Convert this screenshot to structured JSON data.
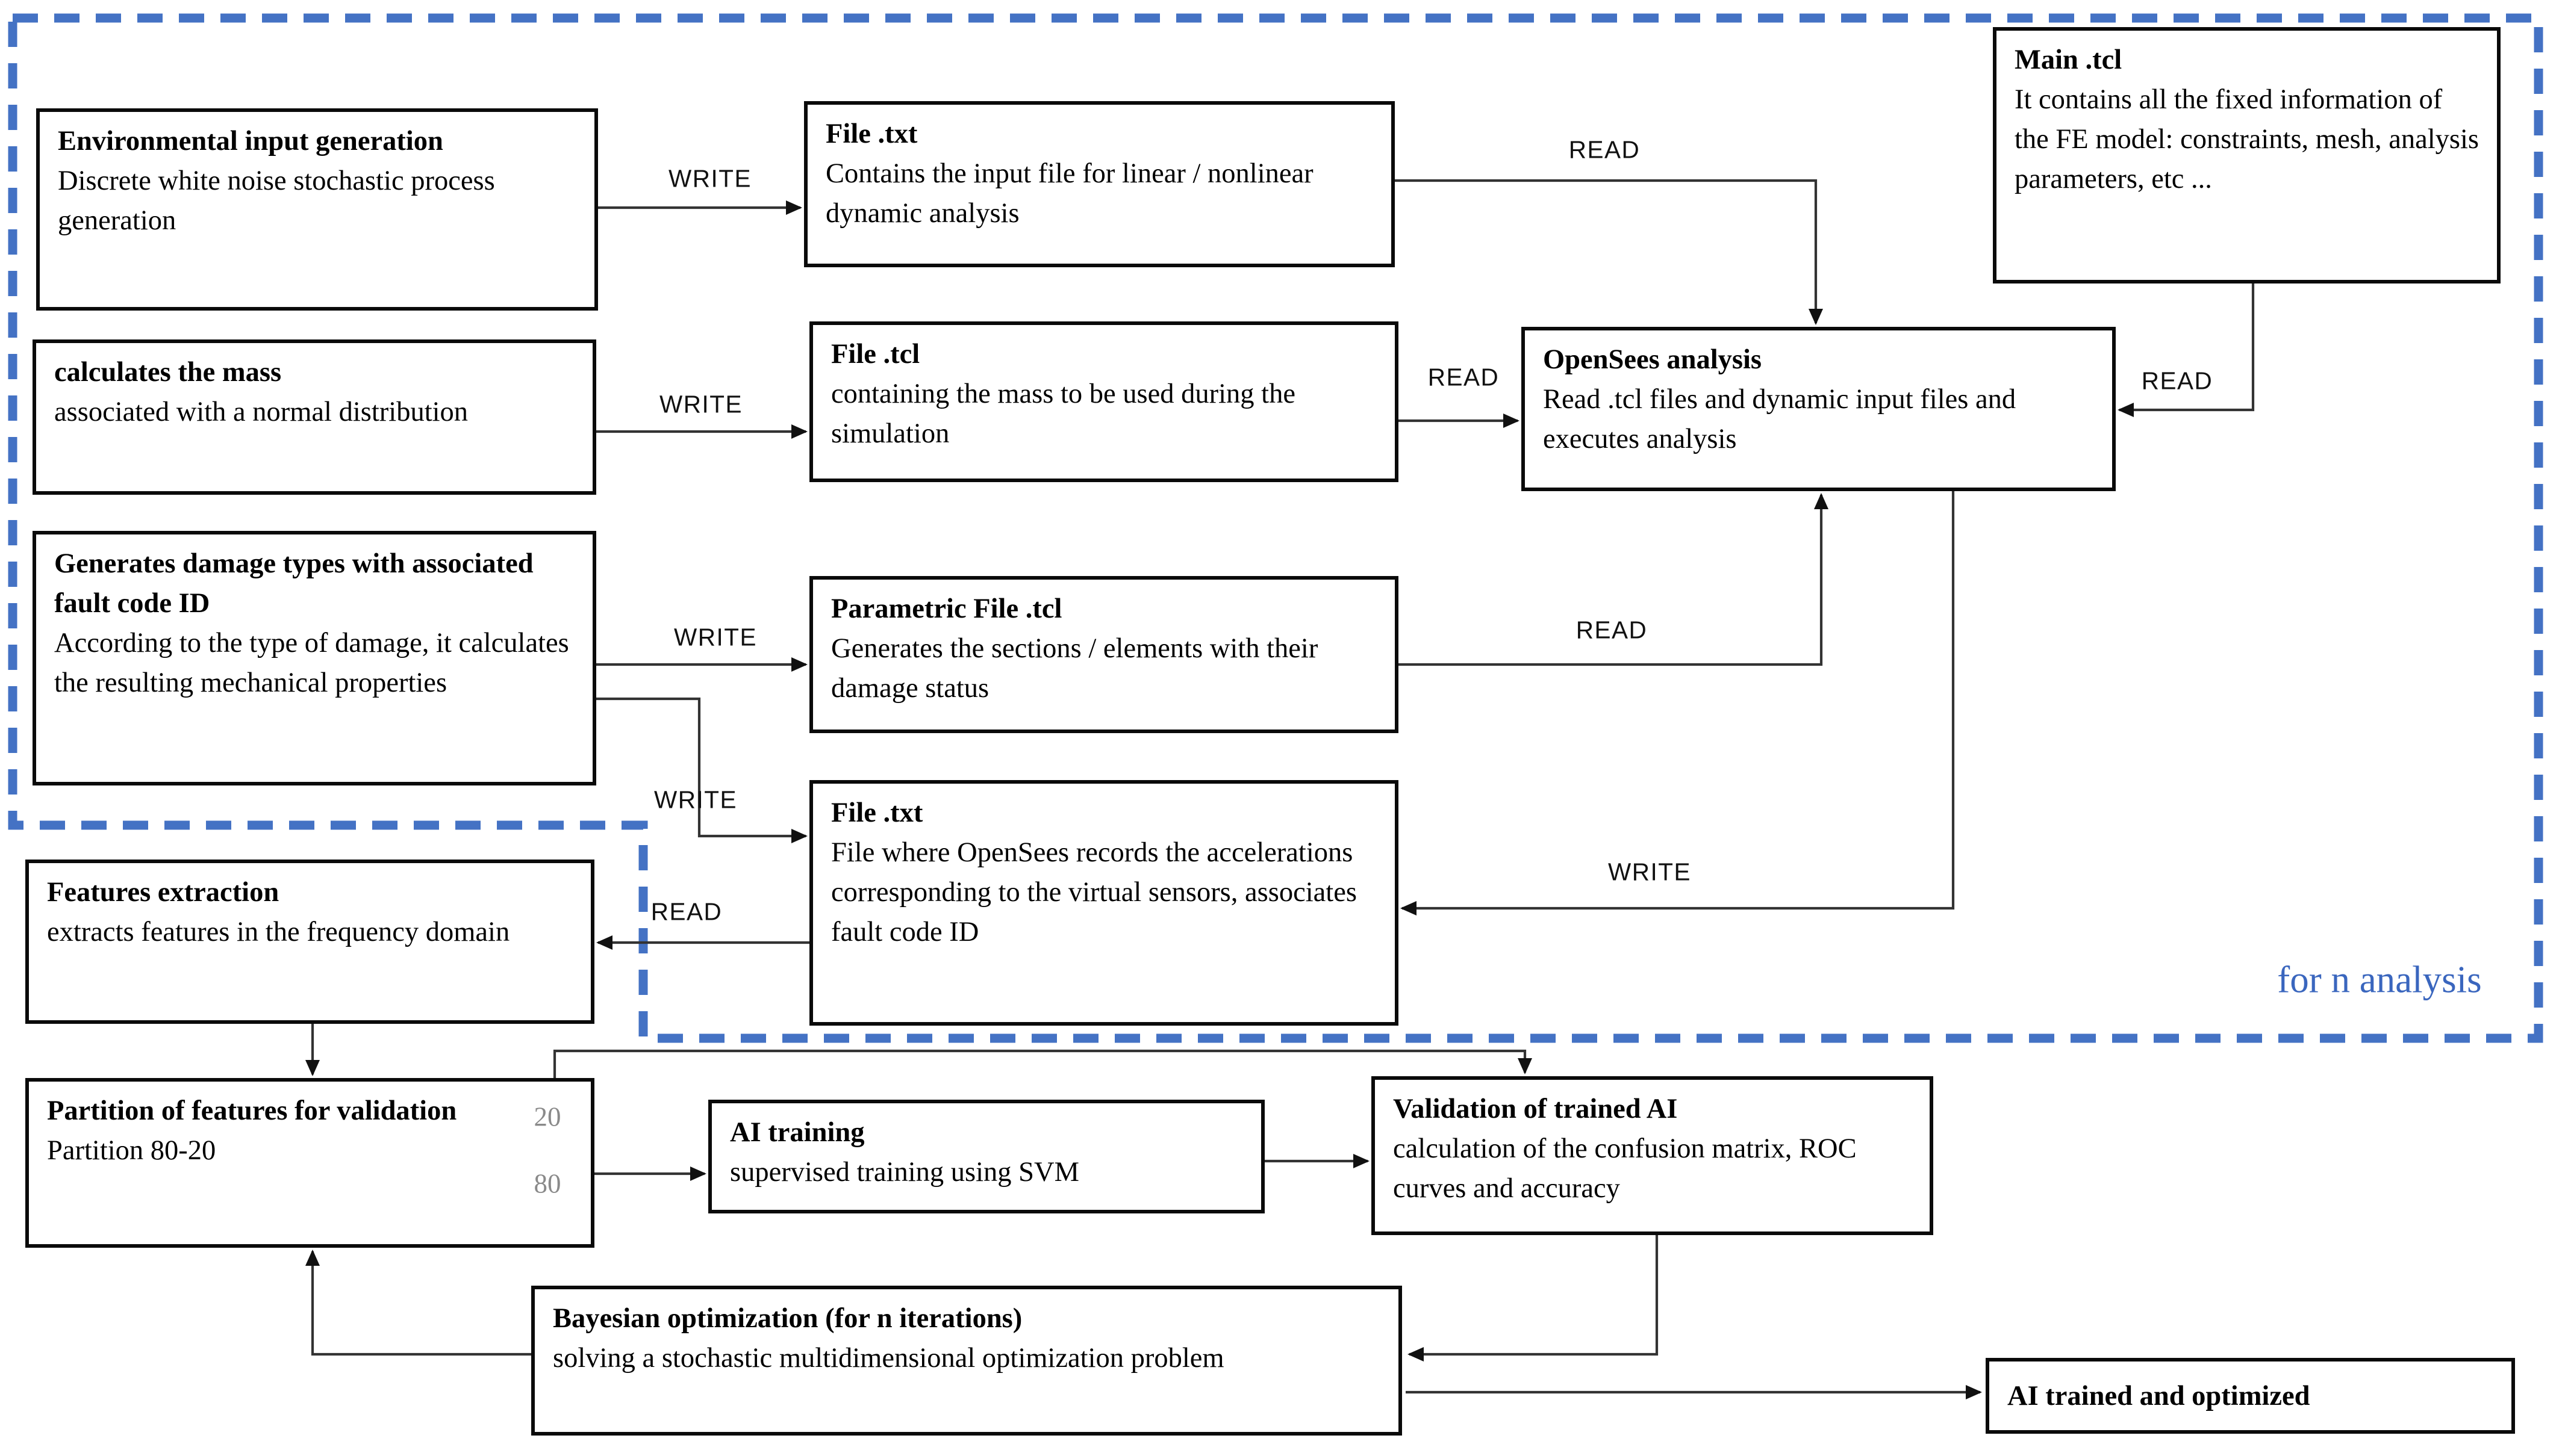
{
  "diagram": {
    "loop_note": "for n analysis",
    "colors": {
      "dash_blue": "#4472C4",
      "note_blue": "#3A66BE",
      "line": "#333333",
      "percent_gray": "#8A8A8A"
    },
    "connector_labels": {
      "write": "WRITE",
      "read": "READ"
    },
    "partition_split": {
      "validation_pct": "20",
      "training_pct": "80"
    },
    "boxes": {
      "env": {
        "title": "Environmental input generation",
        "body": "Discrete white noise stochastic process generation"
      },
      "mass": {
        "title": "calculates the mass",
        "body": "associated with a normal distribution"
      },
      "damage": {
        "title": "Generates damage types with associated fault code ID",
        "body": "According to the type of damage, it calculates the resulting mechanical properties"
      },
      "file_txt_input": {
        "title": "File .txt",
        "body": "Contains the input file for linear / nonlinear dynamic analysis"
      },
      "file_tcl_mass": {
        "title": "File .tcl",
        "body": "containing the mass to be used during the simulation"
      },
      "parametric_tcl": {
        "title": "Parametric File .tcl",
        "body": "Generates the sections / elements with their damage status"
      },
      "file_txt_output": {
        "title": "File .txt",
        "body": "File where OpenSees records the accelerations corresponding to the virtual sensors, associates fault code ID"
      },
      "main_tcl": {
        "title": "Main .tcl",
        "body": "It contains all the fixed information of the FE model: constraints, mesh, analysis parameters, etc ..."
      },
      "opensees": {
        "title": "OpenSees analysis",
        "body": "Read .tcl files and dynamic input files and executes analysis"
      },
      "features": {
        "title": "Features extraction",
        "body": "extracts features in the frequency domain"
      },
      "partition": {
        "title": "Partition of features for validation",
        "body": "Partition 80-20"
      },
      "ai_training": {
        "title": "AI training",
        "body": "supervised training using SVM"
      },
      "validation": {
        "title": "Validation of trained AI",
        "body": "calculation of the confusion matrix, ROC curves and accuracy"
      },
      "bayesian": {
        "title": "Bayesian optimization (for n iterations)",
        "body": "solving a stochastic multidimensional optimization problem"
      },
      "ai_trained": {
        "title": "AI trained and optimized",
        "body": ""
      }
    }
  }
}
